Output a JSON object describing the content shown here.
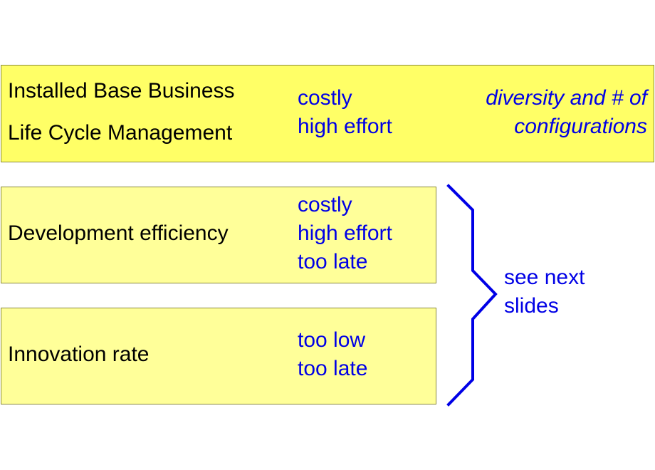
{
  "rows": [
    {
      "labels": [
        "Installed Base Business",
        "Life Cycle Management"
      ],
      "values": [
        "costly",
        "high effort"
      ],
      "note": [
        "diversity and # of",
        "configurations"
      ]
    },
    {
      "labels": [
        "Development efficiency"
      ],
      "values": [
        "costly",
        "high effort",
        "too late"
      ]
    },
    {
      "labels": [
        "Innovation rate"
      ],
      "values": [
        "too low",
        "too late"
      ]
    }
  ],
  "brace_note": [
    "see next",
    "slides"
  ],
  "colors": {
    "box_fill_strong": "#ffff66",
    "box_fill_light": "#ffff99",
    "box_border": "#8a8a3a",
    "accent_blue": "#0000e6",
    "text": "#000000"
  }
}
